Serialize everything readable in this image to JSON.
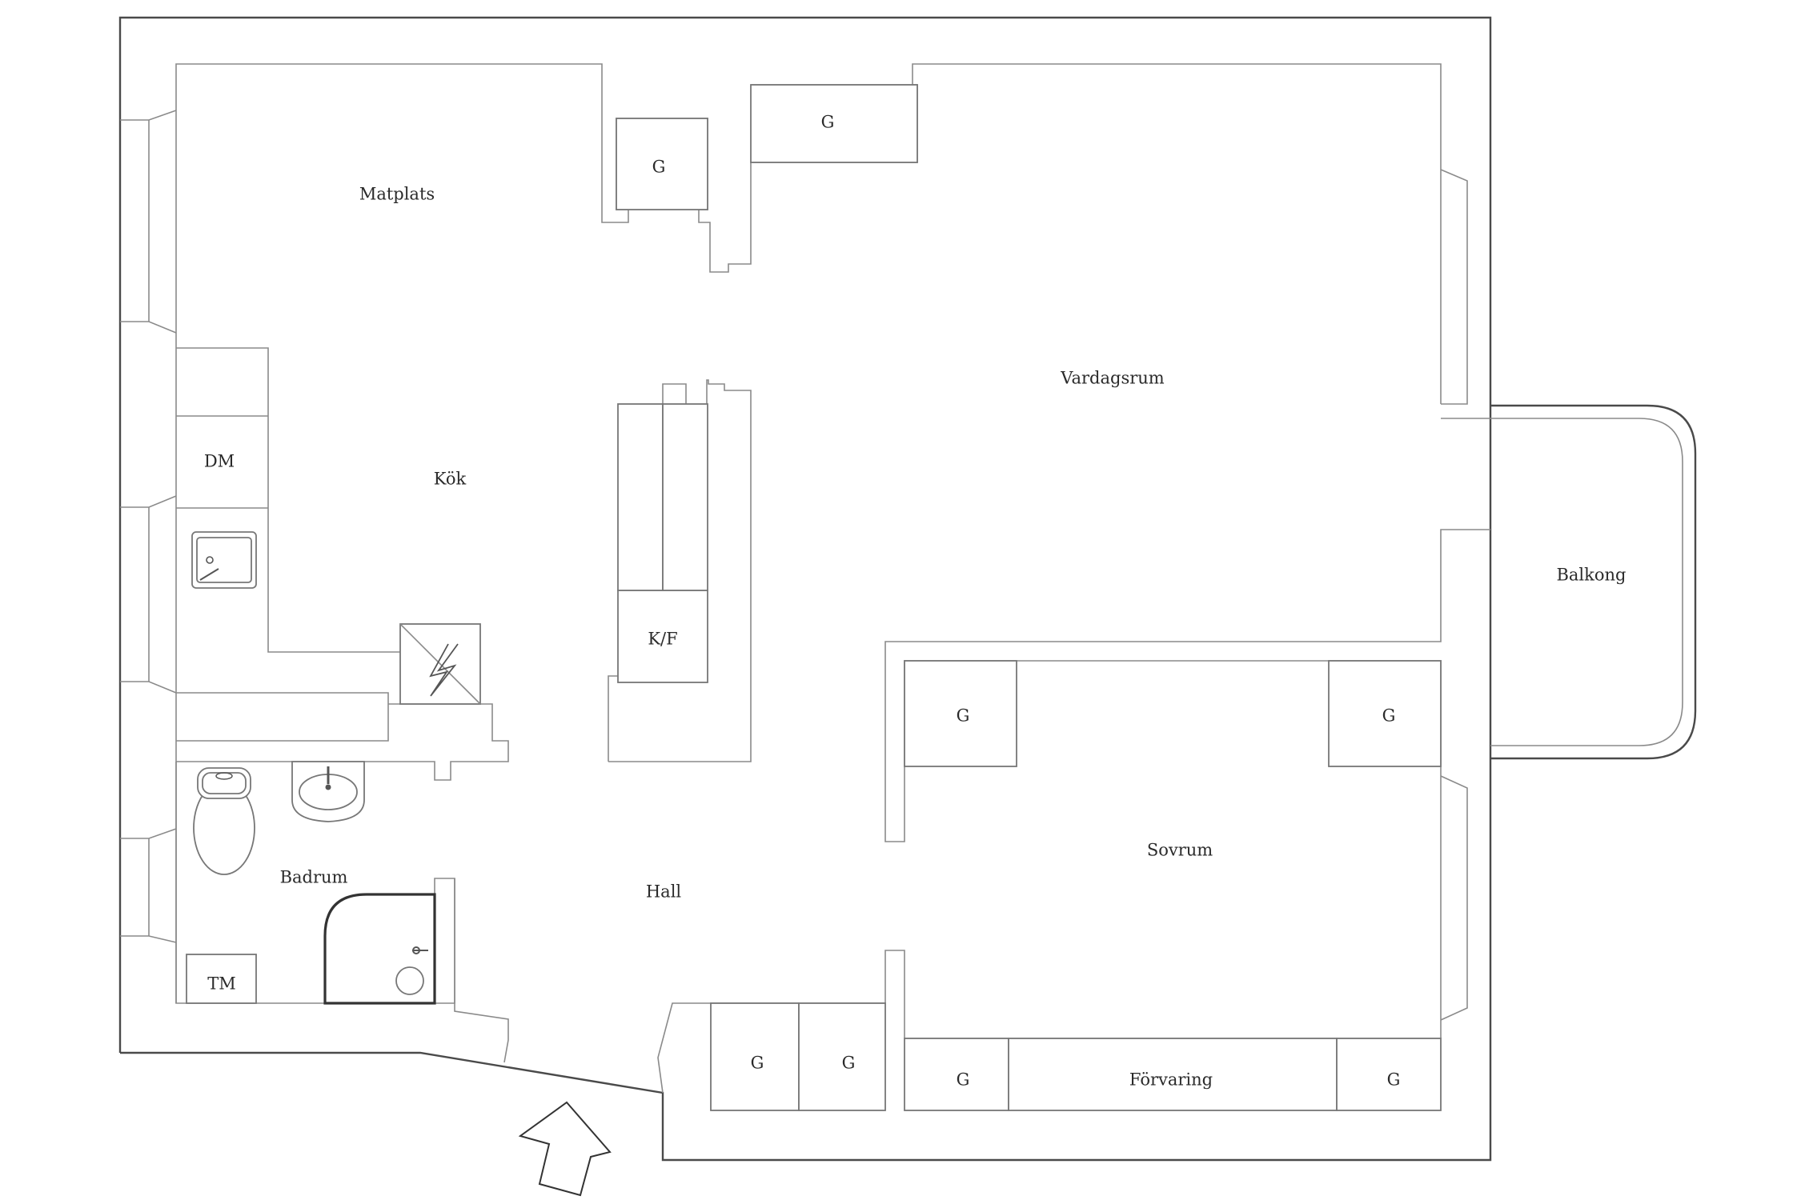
{
  "rooms": {
    "matplats": "Matplats",
    "kok": "Kök",
    "vardagsrum": "Vardagsrum",
    "balkong": "Balkong",
    "sovrum": "Sovrum",
    "hall": "Hall",
    "badrum": "Badrum"
  },
  "fixtures": {
    "closet": "G",
    "dishwasher": "DM",
    "fridge_freezer": "K/F",
    "washing_machine": "TM",
    "storage": "Förvaring"
  },
  "colors": {
    "wall": "#4a4a4a",
    "fixture_line": "#777777",
    "background": "#ffffff"
  },
  "icons": {
    "entrance": "arrow-up-icon",
    "stove": "lightning-bolt-icon"
  }
}
